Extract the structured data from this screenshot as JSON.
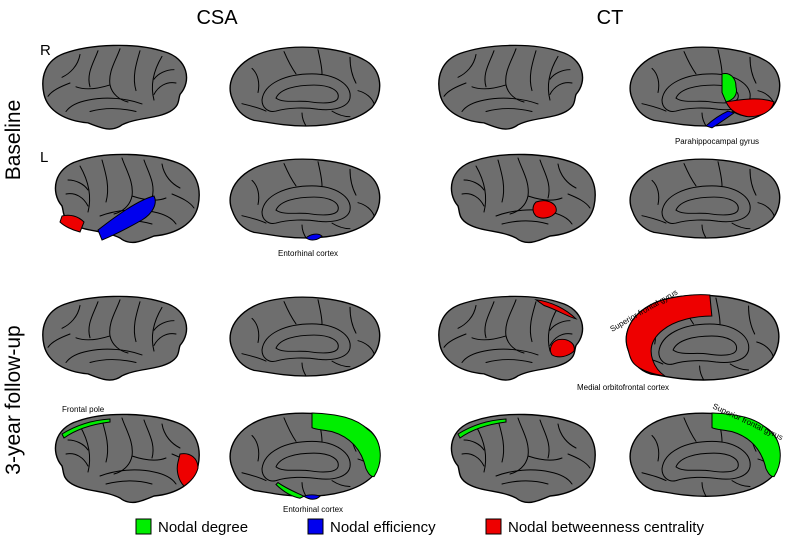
{
  "columns": {
    "csa": "CSA",
    "ct": "CT"
  },
  "rows": {
    "baseline": "Baseline",
    "followup": "3-year follow-up"
  },
  "hemispheres": {
    "right": "R",
    "left": "L"
  },
  "annotations": {
    "parahippocampal": "Parahippocampal gyrus",
    "entorhinal_baseline": "Entorhinal cortex",
    "superior_frontal_ct": "Superior frontal gyrus",
    "medial_orbitofrontal": "Medial orbitofrontal cortex",
    "frontal_pole": "Frontal pole",
    "entorhinal_followup": "Entorhinal cortex",
    "superior_frontal_lower": "Superior frontal gyrus"
  },
  "legend": [
    {
      "label": "Nodal degree",
      "color": "#00ee00"
    },
    {
      "label": "Nodal efficiency",
      "color": "#0000ee"
    },
    {
      "label": "Nodal betweenness centrality",
      "color": "#ee0000"
    }
  ],
  "colors": {
    "cortex": "#6e6e6e",
    "outline": "#000000"
  }
}
